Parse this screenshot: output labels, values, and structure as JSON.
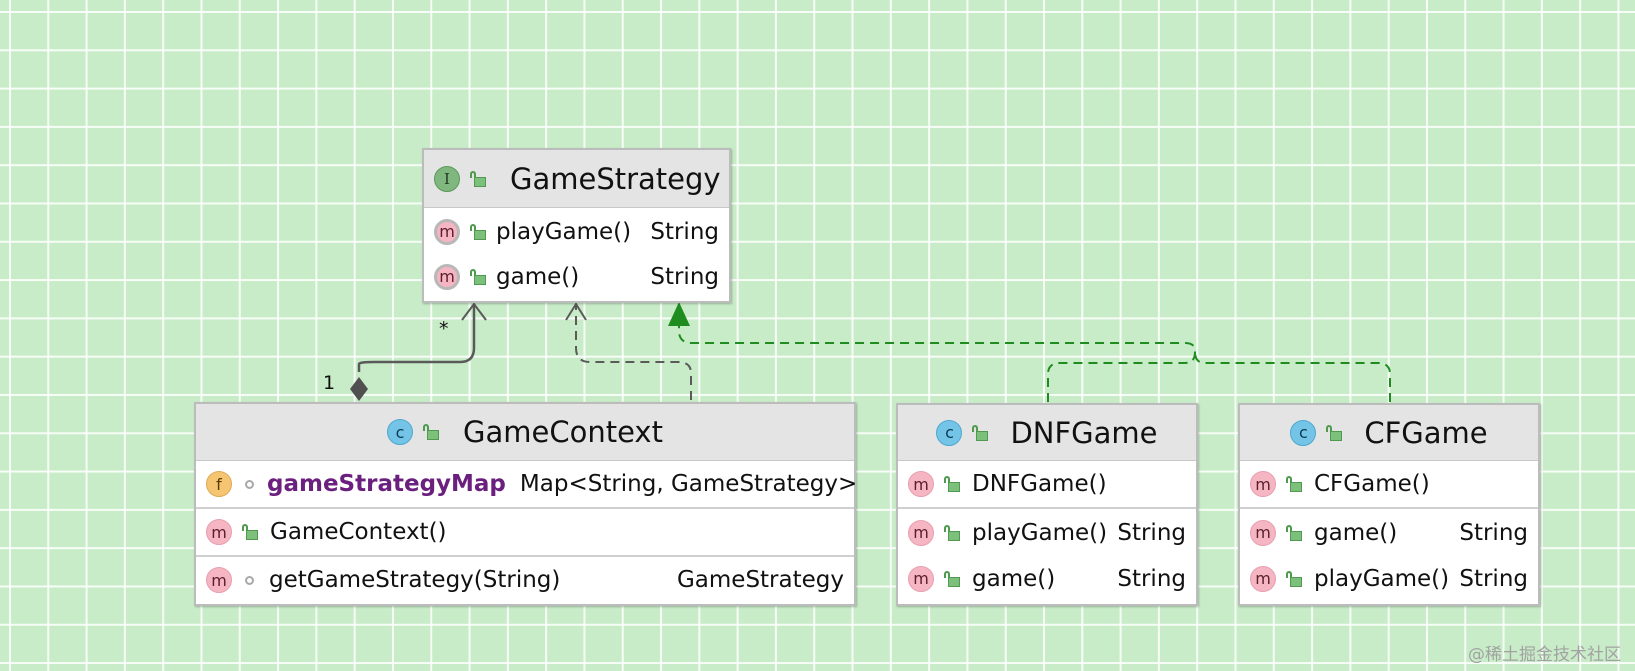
{
  "classes": {
    "game_strategy": {
      "kind": "I",
      "name": "GameStrategy",
      "methods": [
        {
          "name": "playGame()",
          "type": "String"
        },
        {
          "name": "game()",
          "type": "String"
        }
      ]
    },
    "game_context": {
      "kind": "C",
      "name": "GameContext",
      "fields": [
        {
          "badge": "f",
          "name": "gameStrategyMap",
          "type": "Map<String, GameStrategy>"
        }
      ],
      "constructors": [
        {
          "name": "GameContext()"
        }
      ],
      "methods": [
        {
          "name": "getGameStrategy(String)",
          "type": "GameStrategy"
        }
      ]
    },
    "dnf_game": {
      "kind": "C",
      "name": "DNFGame",
      "constructors": [
        {
          "name": "DNFGame()"
        }
      ],
      "methods": [
        {
          "name": "playGame()",
          "type": "String"
        },
        {
          "name": "game()",
          "type": "String"
        }
      ]
    },
    "cf_game": {
      "kind": "C",
      "name": "CFGame",
      "constructors": [
        {
          "name": "CFGame()"
        }
      ],
      "methods": [
        {
          "name": "game()",
          "type": "String"
        },
        {
          "name": "playGame()",
          "type": "String"
        }
      ]
    }
  },
  "badges": {
    "method": "m",
    "field": "f"
  },
  "multiplicity": {
    "many": "*",
    "one": "1"
  },
  "colors": {
    "background": "#c8ecc8",
    "realization": "#1e8c1e",
    "association": "#5a5a5a",
    "field_name": "#6b1f7e"
  },
  "watermark": "@稀土掘金技术社区"
}
